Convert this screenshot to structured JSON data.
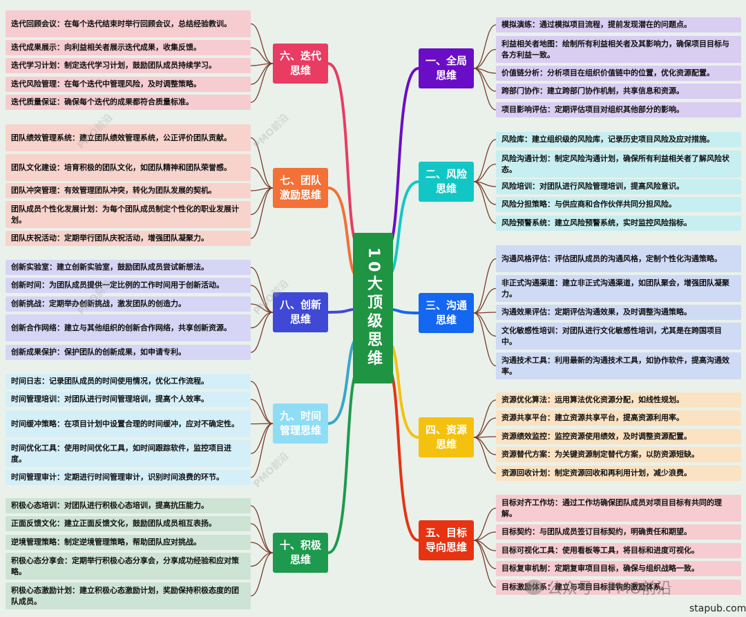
{
  "center": "10大顶级思维",
  "branches": [
    {
      "id": "b1",
      "label": "一、全局思维",
      "color": "#6a0dc6",
      "leafBg": "#d9cdf2",
      "side": "right",
      "items": [
        "模拟演练：通过模拟项目流程，提前发现潜在的问题点。",
        "利益相关者地图：绘制所有利益相关者及其影响力，确保项目目标与各方利益一致。",
        "价值链分析：分析项目在组织价值链中的位置，优化资源配置。",
        "跨部门协作：建立跨部门协作机制，共享信息和资源。",
        "项目影响评估：定期评估项目对组织其他部分的影响。"
      ]
    },
    {
      "id": "b2",
      "label": "二、风险思维",
      "color": "#13c6c6",
      "leafBg": "#c7eef0",
      "side": "right",
      "items": [
        "风险库：建立组织级的风险库，记录历史项目风险及应对措施。",
        "风险沟通计划：制定风险沟通计划，确保所有利益相关者了解风险状态。",
        "风险培训：对团队进行风险管理培训，提高风险意识。",
        "风险分担策略：与供应商和合作伙伴共同分担风险。",
        "风险预警系统：建立风险预警系统，实时监控风险指标。"
      ]
    },
    {
      "id": "b3",
      "label": "三、沟通思维",
      "color": "#1467f0",
      "leafBg": "#cfdaf5",
      "side": "right",
      "items": [
        "沟通风格评估：评估团队成员的沟通风格，定制个性化沟通策略。",
        "非正式沟通渠道：建立非正式沟通渠道，如团队聚会，增强团队凝聚力。",
        "沟通效果评估：定期评估沟通效果，及时调整沟通策略。",
        "文化敏感性培训：对团队进行文化敏感性培训，尤其是在跨国项目中。",
        "沟通技术工具：利用最新的沟通技术工具，如协作软件，提高沟通效率。"
      ]
    },
    {
      "id": "b4",
      "label": "四、资源思维",
      "color": "#f4c10f",
      "leafBg": "#fbe2c2",
      "side": "right",
      "items": [
        "资源优化算法：运用算法优化资源分配，如线性规划。",
        "资源共享平台：建立资源共享平台，提高资源利用率。",
        "资源绩效监控：监控资源使用绩效，及时调整资源配置。",
        "资源替代方案：为关键资源制定替代方案，以防资源短缺。",
        "资源回收计划：制定资源回收和再利用计划，减少浪费。"
      ]
    },
    {
      "id": "b5",
      "label": "五、目标导向思维",
      "color": "#e63312",
      "leafBg": "#f6ccd0",
      "side": "right",
      "items": [
        "目标对齐工作坊：通过工作坊确保团队成员对项目目标有共同的理解。",
        "目标契约：与团队成员签订目标契约，明确责任和期望。",
        "目标可视化工具：使用看板等工具，将目标和进度可视化。",
        "目标复审机制：定期复审项目目标，确保与组织战略一致。",
        "目标激励体系：建立与项目目标挂钩的激励体系。"
      ]
    },
    {
      "id": "b6",
      "label": "六、迭代思维",
      "color": "#e83c63",
      "leafBg": "#f6ccd0",
      "side": "left",
      "items": [
        "迭代回顾会议：在每个迭代结束时举行回顾会议，总结经验教训。",
        "迭代成果展示：向利益相关者展示迭代成果，收集反馈。",
        "迭代学习计划：制定迭代学习计划，鼓励团队成员持续学习。",
        "迭代风险管理：在每个迭代中管理风险，及时调整策略。",
        "迭代质量保证：确保每个迭代的成果都符合质量标准。"
      ]
    },
    {
      "id": "b7",
      "label": "七、团队激励思维",
      "color": "#f37036",
      "leafBg": "#f7d3cc",
      "side": "left",
      "items": [
        "团队绩效管理系统：建立团队绩效管理系统，公正评价团队贡献。",
        "团队文化建设：培育积极的团队文化，如团队精神和团队荣誉感。",
        "团队冲突管理：有效管理团队冲突，转化为团队发展的契机。",
        "团队成员个性化发展计划：为每个团队成员制定个性化的职业发展计划。",
        "团队庆祝活动：定期举行团队庆祝活动，增强团队凝聚力。"
      ]
    },
    {
      "id": "b8",
      "label": "八、创新思维",
      "color": "#3f49d6",
      "leafBg": "#d7d5f5",
      "side": "left",
      "items": [
        "创新实验室：建立创新实验室，鼓励团队成员尝试新想法。",
        "创新时间：为团队成员提供一定比例的工作时间用于创新活动。",
        "创新挑战：定期举办创新挑战，激发团队的创造力。",
        "创新合作网络：建立与其他组织的创新合作网络，共享创新资源。",
        "创新成果保护：保护团队的创新成果，如申请专利。"
      ]
    },
    {
      "id": "b9",
      "label": "九、时间管理思维",
      "color": "#8fdcf5",
      "leafBg": "#d5eff8",
      "side": "left",
      "items": [
        "时间日志：记录团队成员的时间使用情况，优化工作流程。",
        "时间管理培训：对团队进行时间管理培训，提高个人效率。",
        "时间缓冲策略：在项目计划中设置合理的时间缓冲，应对不确定性。",
        "时间优化工具：使用时间优化工具，如时间跟踪软件，监控项目进度。",
        "时间管理审计：定期进行时间管理审计，识别时间浪费的环节。"
      ]
    },
    {
      "id": "b10",
      "label": "十、积极思维",
      "color": "#1e9a4e",
      "leafBg": "#cde3d4",
      "side": "left",
      "items": [
        "积极心态培训：对团队进行积极心态培训，提高抗压能力。",
        "正面反馈文化：建立正面反馈文化，鼓励团队成员相互表扬。",
        "逆境管理策略：制定逆境管理策略，帮助团队应对挑战。",
        "积极心态分享会：定期举行积极心态分享会，分享成功经验和应对策略。",
        "积极心态激励计划：建立积极心态激励计划，奖励保持积极态度的团队成员。"
      ]
    }
  ],
  "watermarks": [
    "PMO前沿",
    "PMO前沿",
    "PMO前沿",
    "PMO前沿",
    "PMO前沿"
  ],
  "footer": {
    "wechat": "公众号 · PMO前沿",
    "site": "stapub.com"
  }
}
